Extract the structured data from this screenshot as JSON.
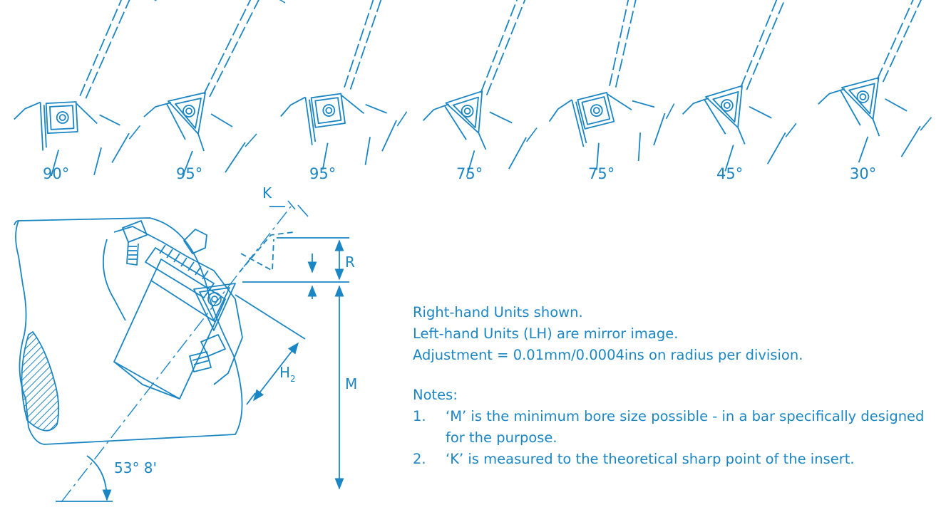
{
  "tool_angles": [
    "90°",
    "95°",
    "95°",
    "75°",
    "75°",
    "45°",
    "30°"
  ],
  "dimensions": {
    "k": "K",
    "r": "R",
    "m": "M",
    "h2": "H",
    "h2_sub": "2",
    "bar_angle": "53° 8'"
  },
  "notes": {
    "line1": "Right-hand Units shown.",
    "line2": "Left-hand Units (LH) are mirror image.",
    "line3": "Adjustment = 0.01mm/0.0004ins on radius per division.",
    "heading": "Notes:",
    "items": [
      {
        "num": "1.",
        "text": "‘M’ is the minimum bore size possible - in a bar specifically designed for the purpose."
      },
      {
        "num": "2.",
        "text": "‘K’ is measured to the theoretical sharp point of the insert."
      }
    ]
  },
  "colors": {
    "ink": "#1b86c4"
  }
}
